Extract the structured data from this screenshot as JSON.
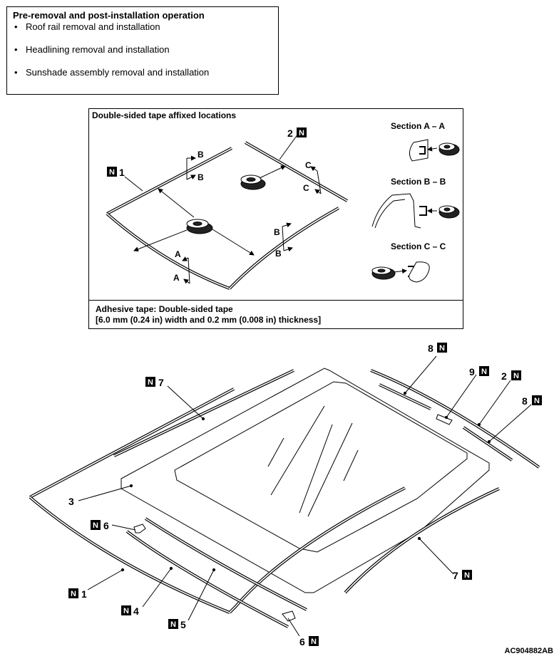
{
  "operation_box": {
    "title": "Pre-removal and post-installation operation",
    "items": [
      "Roof rail removal and installation",
      "Headlining removal and installation",
      "Sunshade assembly removal and installation"
    ]
  },
  "tape_box": {
    "title": "Double-sided tape affixed locations",
    "section_aa": "Section A – A",
    "section_bb": "Section B – B",
    "section_cc": "Section C – C",
    "letter_a": "A",
    "letter_b": "B",
    "letter_c": "C",
    "footer_line1": "Adhesive tape: Double-sided tape",
    "footer_line2": "[6.0 mm (0.24 in) width and 0.2 mm (0.008 in) thickness]"
  },
  "part_labels": {
    "p1": "1",
    "p2": "2",
    "p3": "3",
    "p4": "4",
    "p5": "5",
    "p6": "6",
    "p7": "7",
    "p8": "8",
    "p9": "9"
  },
  "n_mark": "N",
  "figure_code": "AC904882AB"
}
